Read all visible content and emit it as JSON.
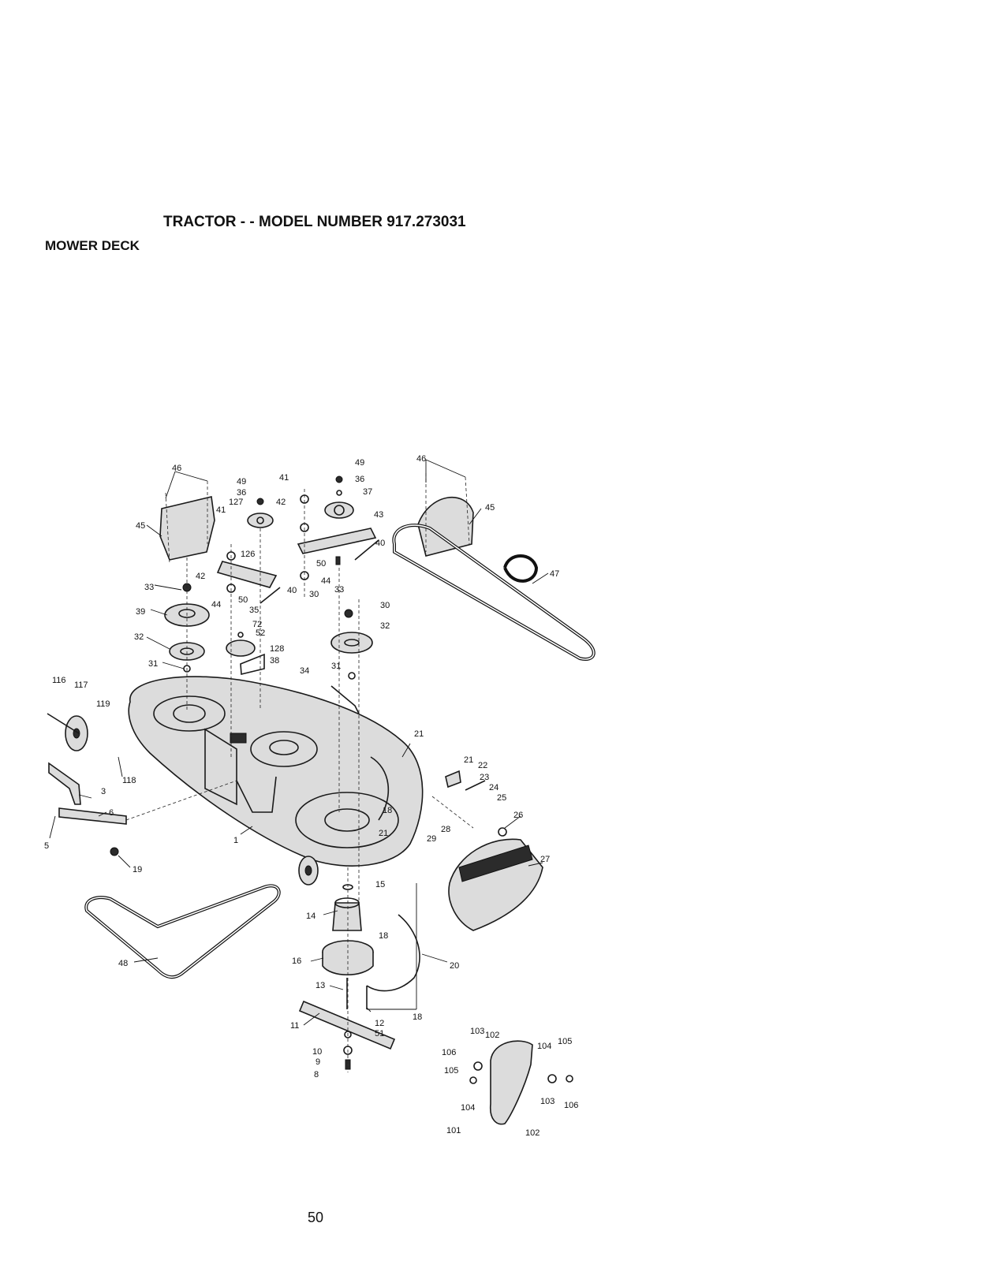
{
  "header": {
    "title": "TRACTOR - - MODEL NUMBER 917.273031",
    "section": "MOWER DECK"
  },
  "footer": {
    "page_number": "50"
  },
  "callouts": {
    "c1": "1",
    "c3": "3",
    "c5": "5",
    "c6": "6",
    "c8": "8",
    "c9": "9",
    "c10": "10",
    "c11": "11",
    "c12": "12",
    "c13": "13",
    "c14": "14",
    "c15": "15",
    "c16": "16",
    "c18a": "18",
    "c18b": "18",
    "c18c": "18",
    "c19": "19",
    "c20": "20",
    "c21a": "21",
    "c21b": "21",
    "c21c": "21",
    "c22": "22",
    "c23": "23",
    "c24": "24",
    "c25": "25",
    "c26": "26",
    "c27": "27",
    "c28": "28",
    "c29": "29",
    "c30a": "30",
    "c30b": "30",
    "c31a": "31",
    "c31b": "31",
    "c32a": "32",
    "c32b": "32",
    "c33a": "33",
    "c33b": "33",
    "c34": "34",
    "c35": "35",
    "c36a": "36",
    "c36b": "36",
    "c37": "37",
    "c38": "38",
    "c39": "39",
    "c40a": "40",
    "c40b": "40",
    "c41a": "41",
    "c41b": "41",
    "c42a": "42",
    "c42b": "42",
    "c43": "43",
    "c44a": "44",
    "c44b": "44",
    "c45a": "45",
    "c45b": "45",
    "c46a": "46",
    "c46b": "46",
    "c47": "47",
    "c48": "48",
    "c49a": "49",
    "c49b": "49",
    "c50a": "50",
    "c50b": "50",
    "c51": "51",
    "c52": "52",
    "c72": "72",
    "c101": "101",
    "c102a": "102",
    "c102b": "102",
    "c103a": "103",
    "c103b": "103",
    "c104a": "104",
    "c104b": "104",
    "c105a": "105",
    "c105b": "105",
    "c106a": "106",
    "c106b": "106",
    "c116": "116",
    "c117": "117",
    "c118": "118",
    "c119": "119",
    "c126": "126",
    "c127": "127",
    "c128": "128"
  }
}
